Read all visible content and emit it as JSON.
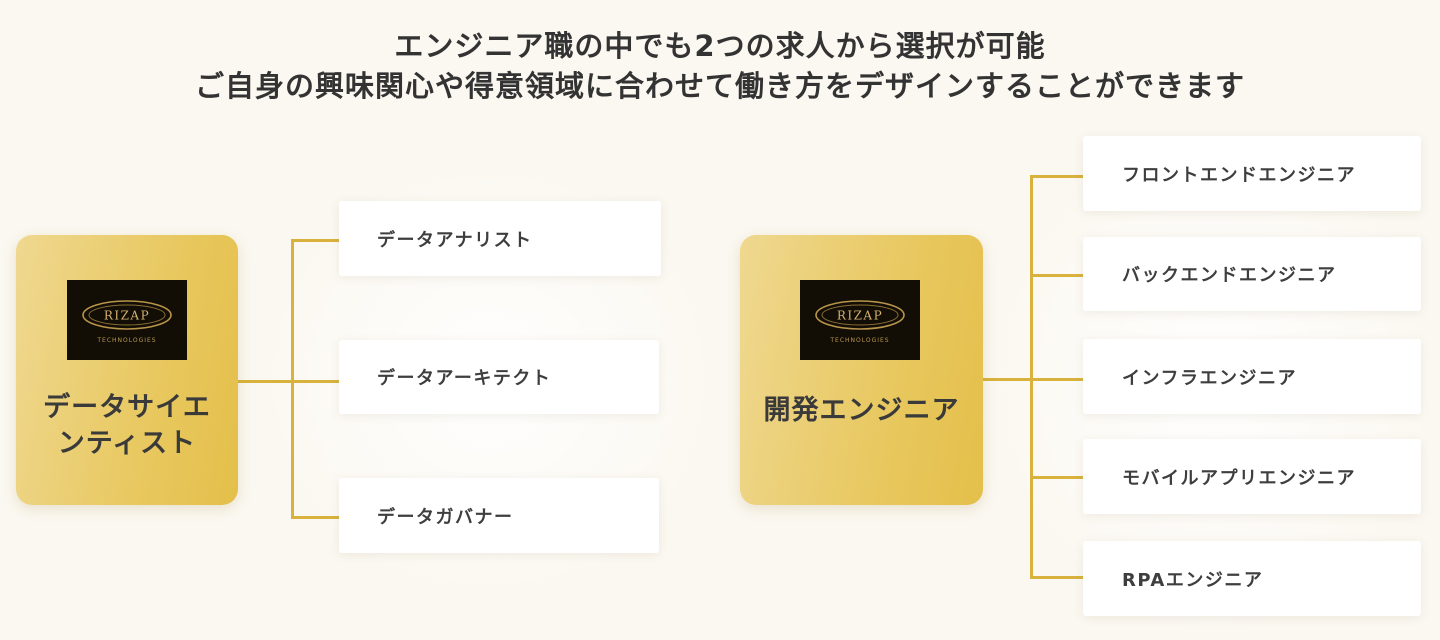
{
  "headline": {
    "line1": "エンジニア職の中でも2つの求人から選択が可能",
    "line2": "ご自身の興味関心や得意領域に合わせて働き方をデザインすることができます"
  },
  "logo": {
    "wordmark": "RIZAP",
    "subtitle": "TECHNOLOGIES"
  },
  "left_group": {
    "main_label_line1": "データサイエ",
    "main_label_line2": "ンティスト",
    "roles": [
      "データアナリスト",
      "データアーキテクト",
      "データガバナー"
    ]
  },
  "right_group": {
    "main_label": "開発エンジニア",
    "roles": [
      "フロントエンドエンジニア",
      "バックエンドエンジニア",
      "インフラエンジニア",
      "モバイルアプリエンジニア",
      "RPAエンジニア"
    ]
  },
  "colors": {
    "connector": "#d8b23c",
    "card_gold": "#e8c860",
    "background": "#fbf8f1"
  }
}
